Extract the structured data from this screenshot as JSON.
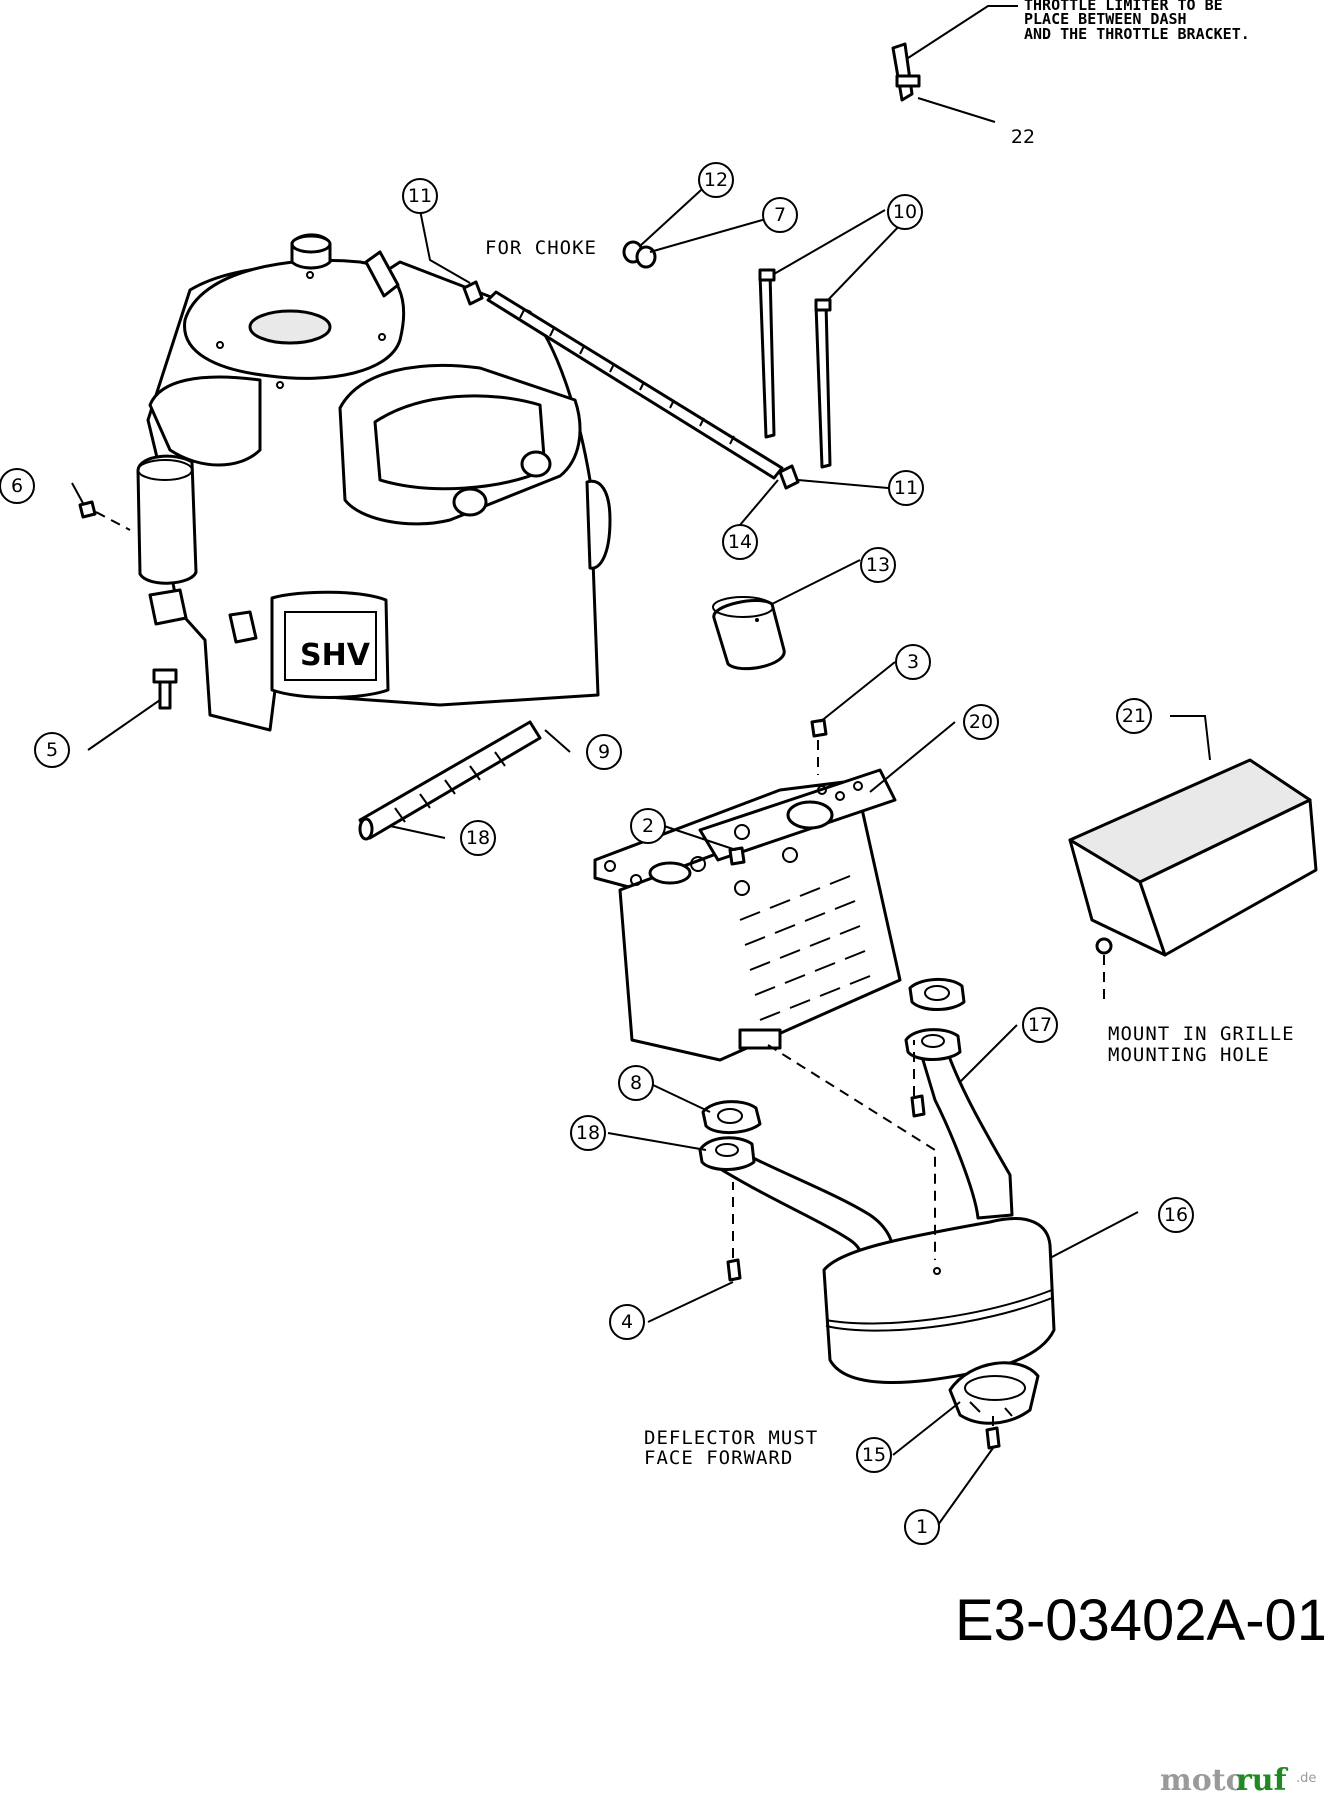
{
  "annotations": {
    "throttle_note": [
      "THROTTLE LIMITER TO BE",
      "PLACE BETWEEN DASH",
      "AND THE THROTTLE BRACKET."
    ],
    "for_choke": "FOR CHOKE",
    "mount_note": [
      "MOUNT IN GRILLE",
      "MOUNTING HOLE"
    ],
    "deflector_note": [
      "DEFLECTOR MUST",
      "FACE FORWARD"
    ],
    "engine_badge": "SHV"
  },
  "callouts": [
    {
      "id": "c22",
      "label": "22"
    },
    {
      "id": "c11a",
      "label": "11"
    },
    {
      "id": "c12",
      "label": "12"
    },
    {
      "id": "c7",
      "label": "7"
    },
    {
      "id": "c10",
      "label": "10"
    },
    {
      "id": "c6",
      "label": "6"
    },
    {
      "id": "c11b",
      "label": "11"
    },
    {
      "id": "c14",
      "label": "14"
    },
    {
      "id": "c13",
      "label": "13"
    },
    {
      "id": "c5",
      "label": "5"
    },
    {
      "id": "c3",
      "label": "3"
    },
    {
      "id": "c20",
      "label": "20"
    },
    {
      "id": "c21",
      "label": "21"
    },
    {
      "id": "c9",
      "label": "9"
    },
    {
      "id": "c2",
      "label": "2"
    },
    {
      "id": "c18a",
      "label": "18"
    },
    {
      "id": "c17",
      "label": "17"
    },
    {
      "id": "c8",
      "label": "8"
    },
    {
      "id": "c18b",
      "label": "18"
    },
    {
      "id": "c16",
      "label": "16"
    },
    {
      "id": "c4",
      "label": "4"
    },
    {
      "id": "c15",
      "label": "15"
    },
    {
      "id": "c1",
      "label": "1"
    }
  ],
  "drawing_code": "E3-03402A-01",
  "watermark": {
    "part1": "moto",
    "part2": "ruf",
    "suffix": ".de"
  }
}
